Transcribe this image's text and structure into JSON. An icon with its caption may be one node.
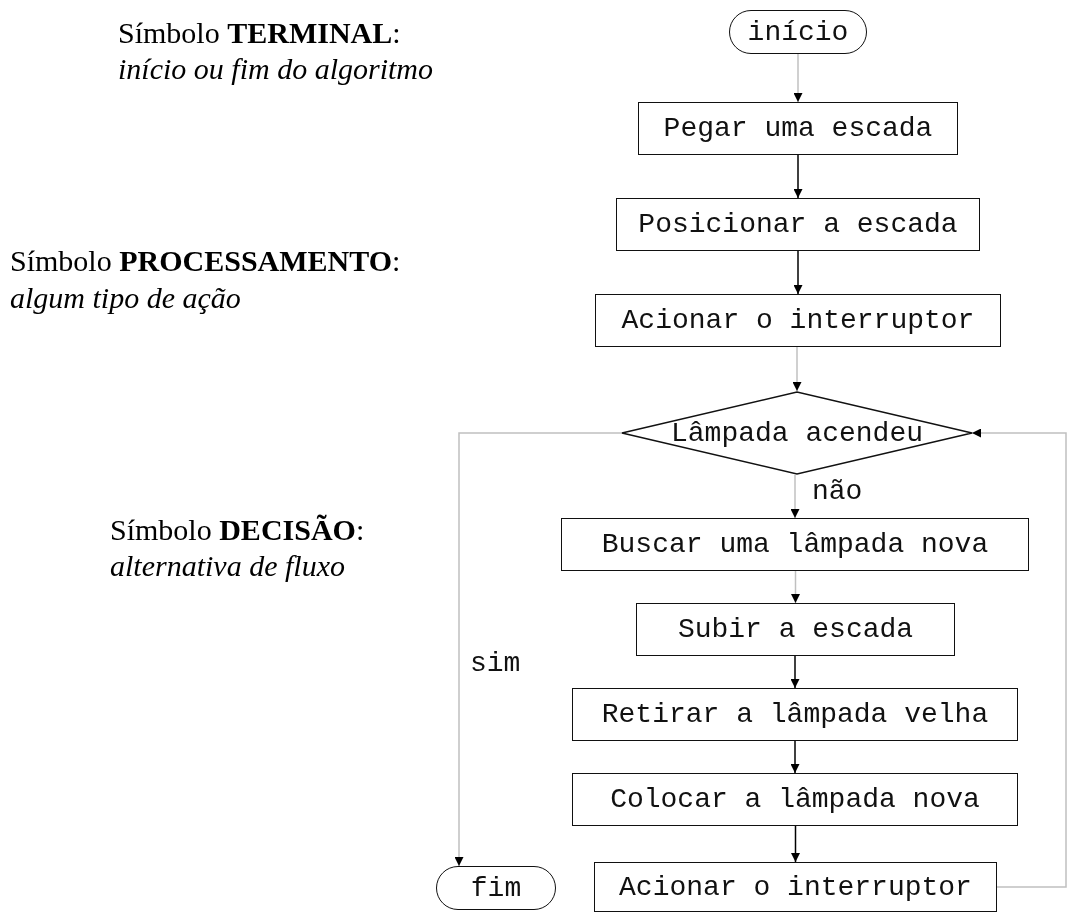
{
  "diagram": {
    "nodes": [
      {
        "text": [
          "início"
        ]
      },
      {
        "text": [
          "Pegar uma escada"
        ]
      },
      {
        "text": [
          "Posicionar a escada"
        ]
      },
      {
        "text": [
          "Acionar o interruptor"
        ]
      },
      {
        "text": [
          "Lâmpada acendeu"
        ]
      },
      {
        "text": [
          "Buscar uma lâmpada nova"
        ]
      },
      {
        "text": [
          "Subir a escada"
        ]
      },
      {
        "text": [
          "Retirar a lâmpada velha"
        ]
      },
      {
        "text": [
          "Colocar a lâmpada nova"
        ]
      },
      {
        "text": [
          "fim"
        ]
      },
      {
        "text": [
          "Acionar o interruptor"
        ]
      }
    ],
    "edges": [
      {
        "from": 0,
        "to": 1,
        "arrow": "to"
      },
      {
        "from": 1,
        "to": 2,
        "arrow": "to",
        "color": "#000000"
      },
      {
        "from": 2,
        "to": 3,
        "arrow": "to",
        "color": "#000000"
      },
      {
        "from": 3,
        "to": 4,
        "arrow": "to"
      },
      {
        "from": 4,
        "to": 5,
        "arrow": "to",
        "label": "não"
      },
      {
        "from": 5,
        "to": 6,
        "arrow": "to"
      },
      {
        "from": 6,
        "to": 7,
        "arrow": "to",
        "color": "#000000"
      },
      {
        "from": 7,
        "to": 8,
        "arrow": "to",
        "color": "#000000"
      },
      {
        "from": 8,
        "to": 10,
        "arrow": "to",
        "color": "#000000"
      },
      {
        "from": 10,
        "to": 4,
        "arrow": "to"
      },
      {
        "from": 4,
        "to": 9,
        "arrow": "to",
        "label": "sim"
      }
    ],
    "labels": [
      "Símbolo **TERMINAL**:",
      "início ou fim do algoritmo",
      "Símbolo **PROCESSAMENTO**:",
      "algum tipo de ação",
      "Símbolo **DECISÃO**:",
      "alternativa de fluxo"
    ]
  }
}
